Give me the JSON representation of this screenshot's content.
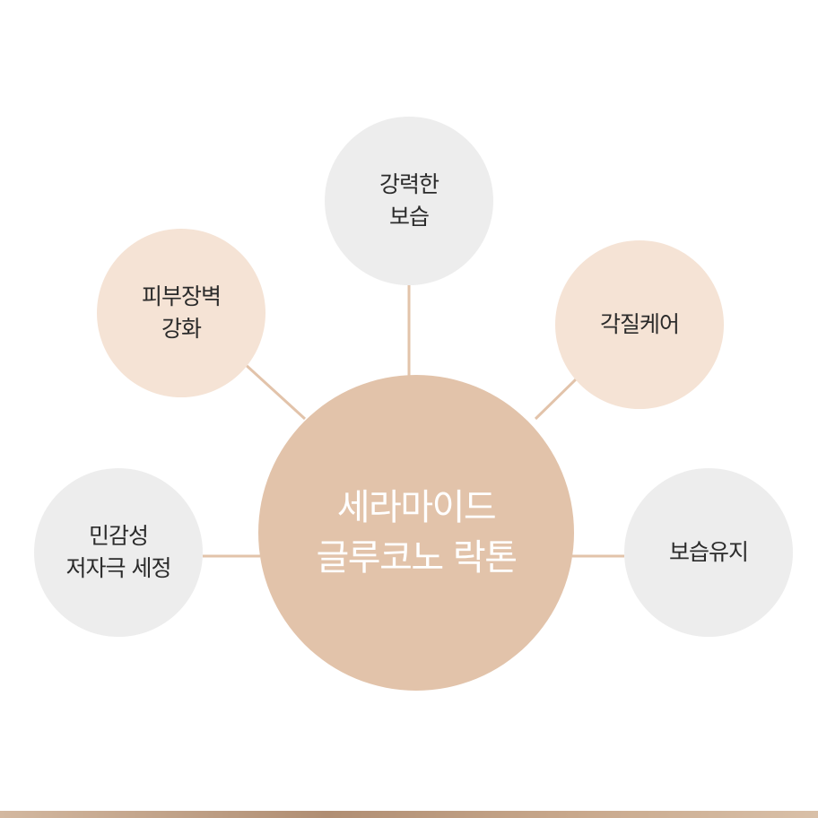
{
  "diagram": {
    "center": {
      "label": "세라마이드\n글루코노 락톤",
      "color": "#e2c3aa"
    },
    "satellites": [
      {
        "id": "top",
        "label": "강력한\n보습",
        "color": "#ededed"
      },
      {
        "id": "upper-left",
        "label": "피부장벽\n강화",
        "color": "#f5e3d5"
      },
      {
        "id": "upper-right",
        "label": "각질케어",
        "color": "#f5e3d5"
      },
      {
        "id": "left",
        "label": "민감성\n저자극 세정",
        "color": "#ededed"
      },
      {
        "id": "right",
        "label": "보습유지",
        "color": "#ededed"
      }
    ],
    "connector_color": "#e2c3aa",
    "bottom_bar_color": "#c2a285"
  }
}
